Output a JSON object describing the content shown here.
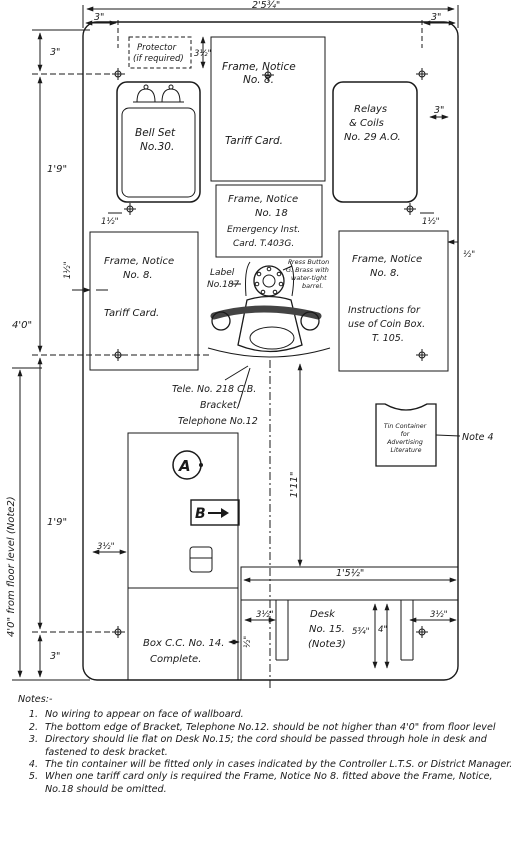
{
  "dimensions": {
    "overall_width": "2'5¾\"",
    "left_margin": "3\"",
    "right_margin": "3\"",
    "top_margin": "3\"",
    "protector_gap": "3½\"",
    "bell_right_gap": "3\"",
    "bell_gap_left": "1½\"",
    "bell_gap_right": "1½\"",
    "notice_left_gap": "1½\"",
    "notice_right_gap": "½\"",
    "upper_height": "1'9\"",
    "total_height": "4'0\"",
    "lower_height": "1'9\"",
    "floor_level": "4'0\" from floor level (Note2)",
    "bottom_margin": "3\"",
    "coinbox_left_gap": "3½\"",
    "coinbox_desk_gap": "½\"",
    "bracket_height": "1'11\"",
    "desk_width": "1'5½\"",
    "desk_left_gap": "3½\"",
    "desk_right_gap": "3½\"",
    "desk_inner_a": "5¾\"",
    "desk_inner_b": "4\""
  },
  "components": {
    "protector": [
      "Protector",
      "(if required)"
    ],
    "frame_top": [
      "Frame, Notice",
      "No. 8."
    ],
    "frame_top_card": "Tariff  Card.",
    "bell_set": [
      "Bell Set",
      "No.30."
    ],
    "relays": [
      "Relays",
      "& Coils",
      "No. 29 A.O."
    ],
    "frame_18": [
      "Frame, Notice",
      "No. 18",
      "Emergency Inst.",
      "Card.  T.403G."
    ],
    "frame_left": [
      "Frame, Notice",
      "No. 8."
    ],
    "frame_left_card": "Tariff  Card.",
    "frame_right": [
      "Frame, Notice",
      "No. 8."
    ],
    "frame_right_card": [
      "Instructions for",
      "use of Coin Box.",
      "T. 105."
    ],
    "label": [
      "Label",
      "No.187"
    ],
    "press_button": [
      "Press Button",
      "G. Brass with",
      "water-tight",
      "barrel."
    ],
    "telephone": [
      "Tele. No. 218 C.B.",
      "Bracket,",
      "Telephone No.12"
    ],
    "tin": [
      "Tin Container",
      "for",
      "Advertising",
      "Literature"
    ],
    "note4_ref": "Note 4",
    "button_a": "A",
    "button_b": "B",
    "coin_box": [
      "Box C.C. No. 14.",
      "Complete."
    ],
    "desk": [
      "Desk",
      "No. 15.",
      "(Note3)"
    ]
  },
  "notes": {
    "title": "Notes:-",
    "items": [
      {
        "num": "1.",
        "text": "No wiring to appear on face of wallboard."
      },
      {
        "num": "2.",
        "text": "The bottom edge of Bracket, Telephone No.12. should be not higher than 4'0\" from floor level"
      },
      {
        "num": "3.",
        "text": "Directory should lie flat on Desk No.15; the cord should be passed through hole in desk and fastened to desk bracket."
      },
      {
        "num": "4.",
        "text": "The tin container will be fitted only in cases indicated by the Controller L.T.S. or District Manager."
      },
      {
        "num": "5.",
        "text": "When one tariff card only is required the Frame, Notice No 8. fitted above the Frame, Notice, No.18 should be omitted."
      }
    ]
  }
}
